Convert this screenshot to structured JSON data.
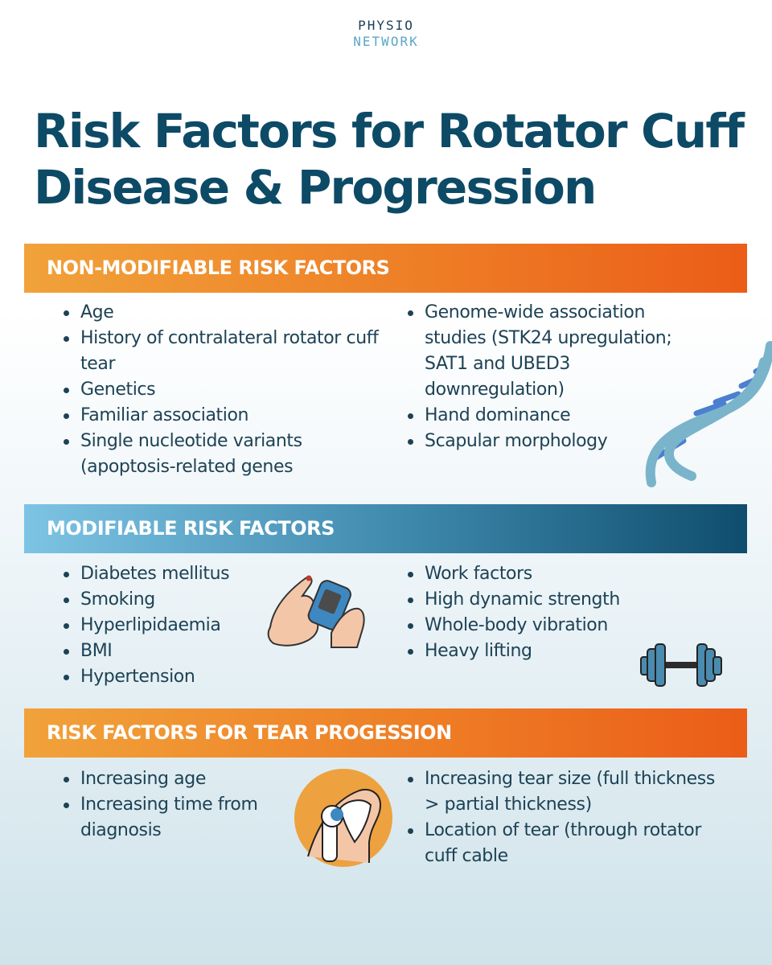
{
  "logo": {
    "line1": "PHYSIO",
    "line2": "NETWORK"
  },
  "title": "Risk Factors for Rotator Cuff Disease & Progression",
  "sections": [
    {
      "heading": "NON-MODIFIABLE RISK FACTORS",
      "left": [
        "Age",
        "History of contralateral rotator cuff tear",
        "Genetics",
        "Familiar association",
        "Single nucleotide variants (apoptosis-related genes"
      ],
      "right": [
        "Genome-wide association studies (STK24 upregulation; SAT1 and UBED3 downregulation)",
        "Hand dominance",
        "Scapular morphology"
      ]
    },
    {
      "heading": "MODIFIABLE RISK FACTORS",
      "left": [
        "Diabetes mellitus",
        "Smoking",
        "Hyperlipidaemia",
        "BMI",
        "Hypertension"
      ],
      "right": [
        "Work factors",
        "High dynamic strength",
        "Whole-body vibration",
        "Heavy lifting"
      ]
    },
    {
      "heading": "RISK FACTORS FOR TEAR PROGESSION",
      "left": [
        "Increasing age",
        "Increasing time from diagnosis"
      ],
      "right": [
        "Increasing tear size (full thickness > partial thickness)",
        "Location of tear (through rotator cuff cable"
      ]
    }
  ],
  "icons": [
    "dna-icon",
    "glucose-meter-icon",
    "dumbbell-icon",
    "shoulder-joint-icon"
  ],
  "colors": {
    "title": "#0d4a66",
    "orange": "#ee7e26",
    "blue": "#0f4d6d",
    "light_blue": "#7dc4e4"
  }
}
